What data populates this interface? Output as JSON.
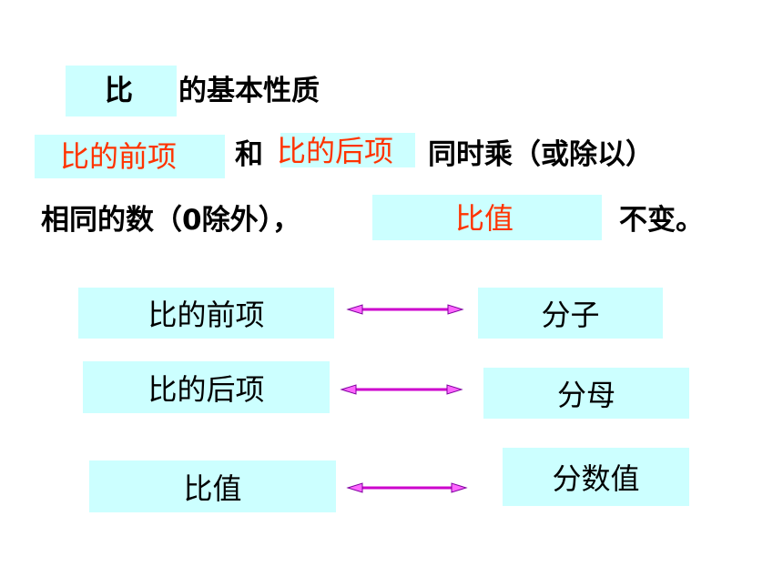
{
  "title": {
    "highlight": "比",
    "rest": "的基本性质"
  },
  "statement": {
    "term1": "比的前项",
    "and": "和",
    "term2": "比的后项",
    "line1_end": "同时乘（或除以）",
    "line2_start": "相同的数（0除外），",
    "result": "比值",
    "line2_end": "不变。"
  },
  "mapping": [
    {
      "left": "比的前项",
      "right": "分子"
    },
    {
      "left": "比的后项",
      "right": "分母"
    },
    {
      "left": "比值",
      "right": "分数值"
    }
  ],
  "colors": {
    "box_fill": "#ccffff",
    "term_red": "#ff3300",
    "arrow": "#cc00cc"
  },
  "icons": {
    "arrow": "double-headed-arrow-icon"
  }
}
